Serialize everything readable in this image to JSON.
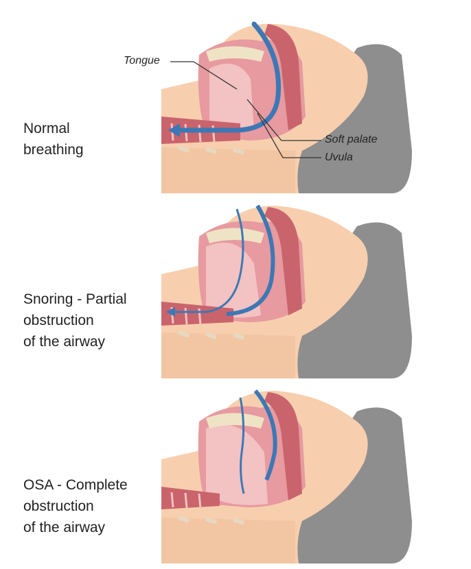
{
  "annotations": {
    "tongue": "Tongue",
    "soft_palate": "Soft palate",
    "uvula": "Uvula"
  },
  "panels": [
    {
      "id": "normal",
      "label_lines": [
        "Normal",
        "breathing"
      ]
    },
    {
      "id": "snoring",
      "label_lines": [
        "Snoring - Partial",
        "obstruction",
        "of the airway"
      ]
    },
    {
      "id": "osa",
      "label_lines": [
        "OSA - Complete",
        "obstruction",
        "of the airway"
      ]
    }
  ],
  "colors": {
    "skin": "#f7cfae",
    "skin_shadow": "#eebf99",
    "tissue": "#e79aa0",
    "tissue_dark": "#c9646c",
    "tissue_light": "#f3c2c3",
    "bone": "#efe3c6",
    "airflow": "#3c78b5",
    "pillow": "#8e8e8e",
    "text": "#222222"
  }
}
